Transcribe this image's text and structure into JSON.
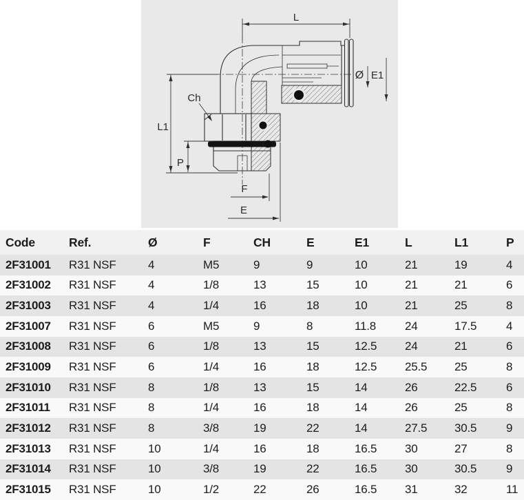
{
  "drawing": {
    "labels": {
      "l": "L",
      "l1": "L1",
      "p": "P",
      "ch": "Ch",
      "f": "F",
      "e": "E",
      "e1": "E1",
      "diameter": "Ø"
    }
  },
  "table": {
    "columns": [
      "Code",
      "Ref.",
      "Ø",
      "F",
      "CH",
      "E",
      "E1",
      "L",
      "L1",
      "P"
    ],
    "rows": [
      [
        "2F31001",
        "R31 NSF",
        "4",
        "M5",
        "9",
        "9",
        "10",
        "21",
        "19",
        "4"
      ],
      [
        "2F31002",
        "R31 NSF",
        "4",
        "1/8",
        "13",
        "15",
        "10",
        "21",
        "21",
        "6"
      ],
      [
        "2F31003",
        "R31 NSF",
        "4",
        "1/4",
        "16",
        "18",
        "10",
        "21",
        "25",
        "8"
      ],
      [
        "2F31007",
        "R31 NSF",
        "6",
        "M5",
        "9",
        "8",
        "11.8",
        "24",
        "17.5",
        "4"
      ],
      [
        "2F31008",
        "R31 NSF",
        "6",
        "1/8",
        "13",
        "15",
        "12.5",
        "24",
        "21",
        "6"
      ],
      [
        "2F31009",
        "R31 NSF",
        "6",
        "1/4",
        "16",
        "18",
        "12.5",
        "25.5",
        "25",
        "8"
      ],
      [
        "2F31010",
        "R31 NSF",
        "8",
        "1/8",
        "13",
        "15",
        "14",
        "26",
        "22.5",
        "6"
      ],
      [
        "2F31011",
        "R31 NSF",
        "8",
        "1/4",
        "16",
        "18",
        "14",
        "26",
        "25",
        "8"
      ],
      [
        "2F31012",
        "R31 NSF",
        "8",
        "3/8",
        "19",
        "22",
        "14",
        "27.5",
        "30.5",
        "9"
      ],
      [
        "2F31013",
        "R31 NSF",
        "10",
        "1/4",
        "16",
        "18",
        "16.5",
        "30",
        "27",
        "8"
      ],
      [
        "2F31014",
        "R31 NSF",
        "10",
        "3/8",
        "19",
        "22",
        "16.5",
        "30",
        "30.5",
        "9"
      ],
      [
        "2F31015",
        "R31 NSF",
        "10",
        "1/2",
        "22",
        "26",
        "16.5",
        "31",
        "32",
        "11"
      ]
    ]
  },
  "colors": {
    "panel_bg": "#e9e9e9",
    "header_bg": "#f1f1f1",
    "row_odd_bg": "#e4e4e4",
    "row_even_bg": "#f9f9f9",
    "text": "#1c1c1c",
    "line": "#2f2f2f"
  }
}
